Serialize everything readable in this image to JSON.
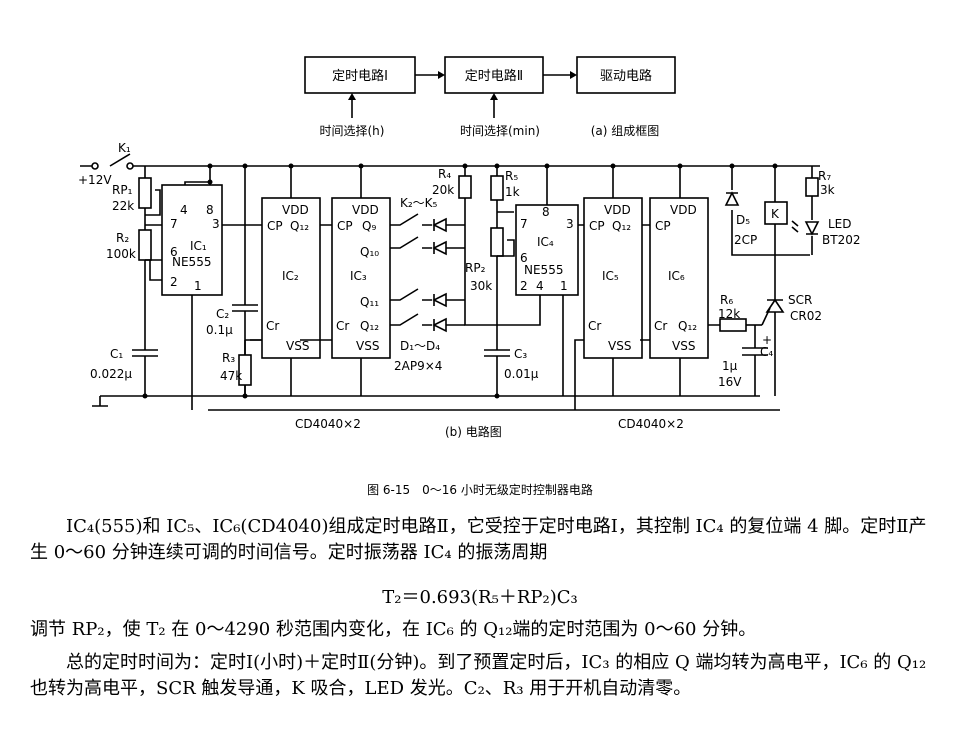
{
  "block": {
    "b1": "定时电路Ⅰ",
    "b2": "定时电路Ⅱ",
    "b3": "驱动电路",
    "sel_h": "时间选择(h)",
    "sel_min": "时间选择(min)",
    "caption_a": "(a) 组成框图"
  },
  "labels": {
    "k1": "K₁",
    "v12": "+12V",
    "rp1": "RP₁",
    "rp1v": "22k",
    "r2": "R₂",
    "r2v": "100k",
    "c1": "C₁",
    "c1v": "0.022μ",
    "c2": "C₂",
    "c2v": "0.1μ",
    "r3": "R₃",
    "r3v": "47k",
    "ic1": "IC₁",
    "ic1t": "NE555",
    "ic2": "IC₂",
    "ic3": "IC₃",
    "ic4": "IC₄",
    "ic4t": "NE555",
    "ic5": "IC₅",
    "ic6": "IC₆",
    "vdd": "VDD",
    "vss": "VSS",
    "cp": "CP",
    "cr": "Cr",
    "q12": "Q₁₂",
    "q9": "Q₉",
    "q10": "Q₁₀",
    "q11": "Q₁₁",
    "k2k5": "K₂～K₅",
    "r4": "R₄",
    "r4v": "20k",
    "r5": "R₅",
    "r5v": "1k",
    "rp2": "RP₂",
    "rp2v": "30k",
    "c3": "C₃",
    "c3v": "0.01μ",
    "d1d4": "D₁～D₄",
    "d1d4v": "2AP9×4",
    "d5": "D₅",
    "d5v": "2CP",
    "k": "K",
    "r7": "R₇",
    "r7v": "3k",
    "led": "LED",
    "ledv": "BT202",
    "r6": "R₆",
    "r6v": "12k",
    "scr": "SCR",
    "scrv": "CR02",
    "c4": "C₄",
    "c4v1": "1μ",
    "c4v2": "16V",
    "cd1": "CD4040×2",
    "cd2": "CD4040×2",
    "caption_b": "(b) 电路图",
    "p4": "4",
    "p8": "8",
    "p7": "7",
    "p3": "3",
    "p6": "6",
    "p2": "2",
    "p1": "1"
  },
  "figure_caption": "图 6-15　0～16 小时无级定时控制器电路",
  "text": {
    "p1": "IC₄(555)和 IC₅、IC₆(CD4040)组成定时电路Ⅱ，它受控于定时电路Ⅰ，其控制 IC₄ 的复位端 4 脚。定时Ⅱ产生 0～60 分钟连续可调的时间信号。定时振荡器 IC₄ 的振荡周期",
    "eq": "T₂＝0.693(R₅＋RP₂)C₃",
    "p2": "调节 RP₂，使 T₂ 在 0～4290 秒范围内变化，在 IC₆ 的 Q₁₂端的定时范围为 0～60 分钟。",
    "p3": "总的定时时间为：定时Ⅰ(小时)＋定时Ⅱ(分钟)。到了预置定时后，IC₃ 的相应 Q 端均转为高电平，IC₆ 的 Q₁₂也转为高电平，SCR 触发导通，K 吸合，LED 发光。C₂、R₃ 用于开机自动清零。"
  }
}
